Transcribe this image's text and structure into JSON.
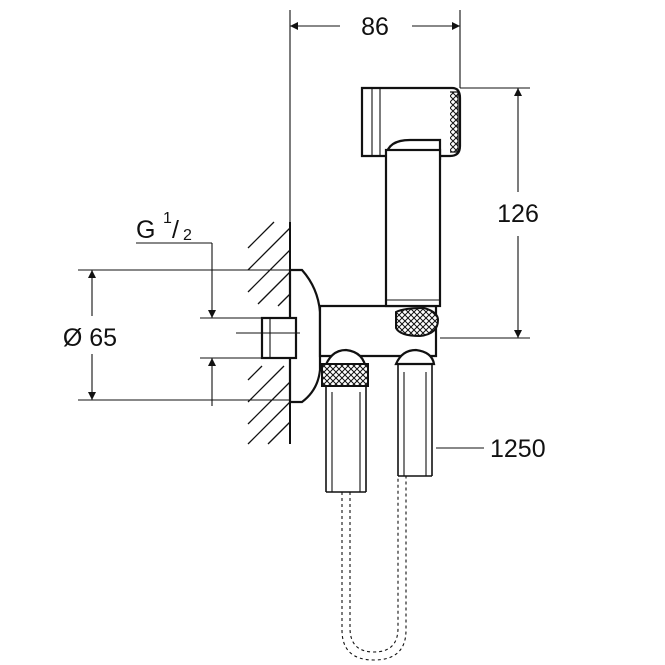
{
  "dimensions": {
    "width_total": "86",
    "height_handset": "126",
    "diameter_label": "Ø 65",
    "thread_prefix": "G",
    "thread_numerator": "1",
    "thread_slash": "/",
    "thread_denominator": "2",
    "hose_length": "1250"
  }
}
